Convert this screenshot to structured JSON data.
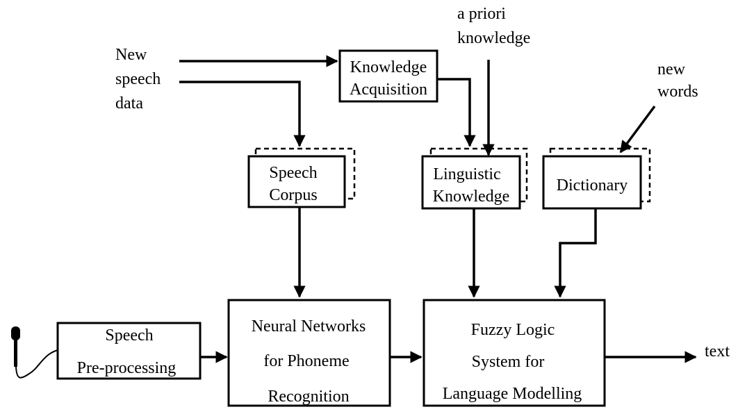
{
  "labels": {
    "new_speech_data": [
      "New",
      "speech",
      "data"
    ],
    "a_priori_knowledge": [
      "a priori",
      "knowledge"
    ],
    "new_words": [
      "new",
      "words"
    ],
    "text_output": "text"
  },
  "boxes": {
    "knowledge_acquisition": [
      "Knowledge",
      "Acquisition"
    ],
    "speech_corpus": [
      "Speech",
      "Corpus"
    ],
    "linguistic_knowledge": [
      "Linguistic",
      "Knowledge"
    ],
    "dictionary": [
      "Dictionary"
    ],
    "speech_preprocessing": [
      "Speech",
      "Pre-processing"
    ],
    "neural_networks": [
      "Neural Networks",
      "for Phoneme",
      "Recognition"
    ],
    "fuzzy_logic": [
      "Fuzzy Logic",
      "System for",
      "Language Modelling"
    ]
  },
  "icons": {
    "input_device": "microphone-icon"
  }
}
